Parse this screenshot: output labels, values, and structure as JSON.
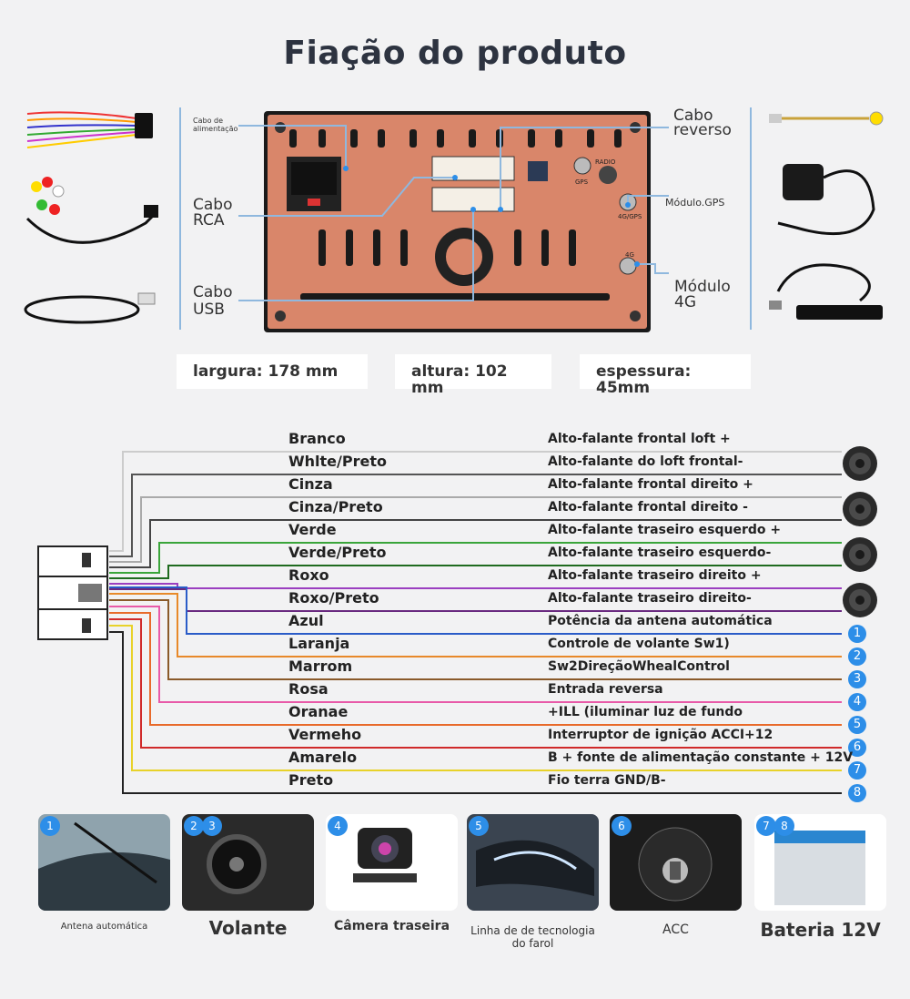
{
  "title": "Fiação do produto",
  "unit_labels": {
    "cabo_alimentacao": "Cabo de alimentação",
    "cabo_rca_1": "Cabo",
    "cabo_rca_2": "RCA",
    "cabo_usb_1": "Cabo",
    "cabo_usb_2": "USB",
    "cabo_reverso_1": "Cabo",
    "cabo_reverso_2": "reverso",
    "modulo_gps": "Módulo.GPS",
    "modulo_4g_1": "Módulo",
    "modulo_4g_2": "4G",
    "port_radio": "RADIO",
    "port_gps": "GPS",
    "port_4g_gps": "4G/GPS",
    "port_4g": "4G"
  },
  "dimensions": {
    "width": "largura: 178 mm",
    "height": "altura: 102 mm",
    "depth": "espessura: 45mm"
  },
  "wires": [
    {
      "name": "Branco",
      "func": "Alto-falante frontal loft +",
      "color": "#cccccc",
      "num": ""
    },
    {
      "name": "Whlte/Preto",
      "func": "Alto-falante do loft frontal-",
      "color": "#555555",
      "num": ""
    },
    {
      "name": "Cinza",
      "func": "Alto-falante frontal direito +",
      "color": "#aaaaaa",
      "num": ""
    },
    {
      "name": "Cinza/Preto",
      "func": "Alto-falante frontal direito -",
      "color": "#444444",
      "num": ""
    },
    {
      "name": "Verde",
      "func": "Alto-falante traseiro esquerdo +",
      "color": "#3aa53a",
      "num": ""
    },
    {
      "name": "Verde/Preto",
      "func": "Alto-falante traseiro esquerdo-",
      "color": "#1f6b1f",
      "num": ""
    },
    {
      "name": "Roxo",
      "func": "Alto-falante traseiro direito +",
      "color": "#9b3fc0",
      "num": ""
    },
    {
      "name": "Roxo/Preto",
      "func": "Alto-falante traseiro direito-",
      "color": "#6a2a80",
      "num": ""
    },
    {
      "name": "Azul",
      "func": "Potência da antena automática",
      "color": "#2a5cc8",
      "num": "1"
    },
    {
      "name": "Laranja",
      "func": "Controle de volante Sw1)",
      "color": "#e8892a",
      "num": "2"
    },
    {
      "name": "Marrom",
      "func": "Sw2DireçãoWhealControl",
      "color": "#8a5a2a",
      "num": "3"
    },
    {
      "name": "Rosa",
      "func": "Entrada reversa",
      "color": "#e85aa8",
      "num": "4"
    },
    {
      "name": "Oranae",
      "func": "+ILL (iluminar luz de fundo",
      "color": "#e86a2a",
      "num": "5"
    },
    {
      "name": "Vermeho",
      "func": "Interruptor de ignição ACCI+12",
      "color": "#d02a2a",
      "num": "6"
    },
    {
      "name": "Amarelo",
      "func": "B + fonte de alimentação constante + 12V",
      "color": "#e8d22a",
      "num": "7"
    },
    {
      "name": "Preto",
      "func": "Fio terra GND/B-",
      "color": "#222222",
      "num": "8"
    }
  ],
  "photos": [
    {
      "badges": "1",
      "caption": "Antena automática"
    },
    {
      "badges": "2 3",
      "caption": "Volante"
    },
    {
      "badges": "4",
      "caption": "Câmera traseira"
    },
    {
      "badges": "5",
      "caption": "Linha de de tecnologia do farol"
    },
    {
      "badges": "6",
      "caption": "ACC"
    },
    {
      "badges": "7 8",
      "caption": "Bateria 12V"
    }
  ],
  "colors": {
    "accent": "#2d8ee8",
    "unit_body": "#d9866a",
    "leader_line": "#8fb8de"
  }
}
